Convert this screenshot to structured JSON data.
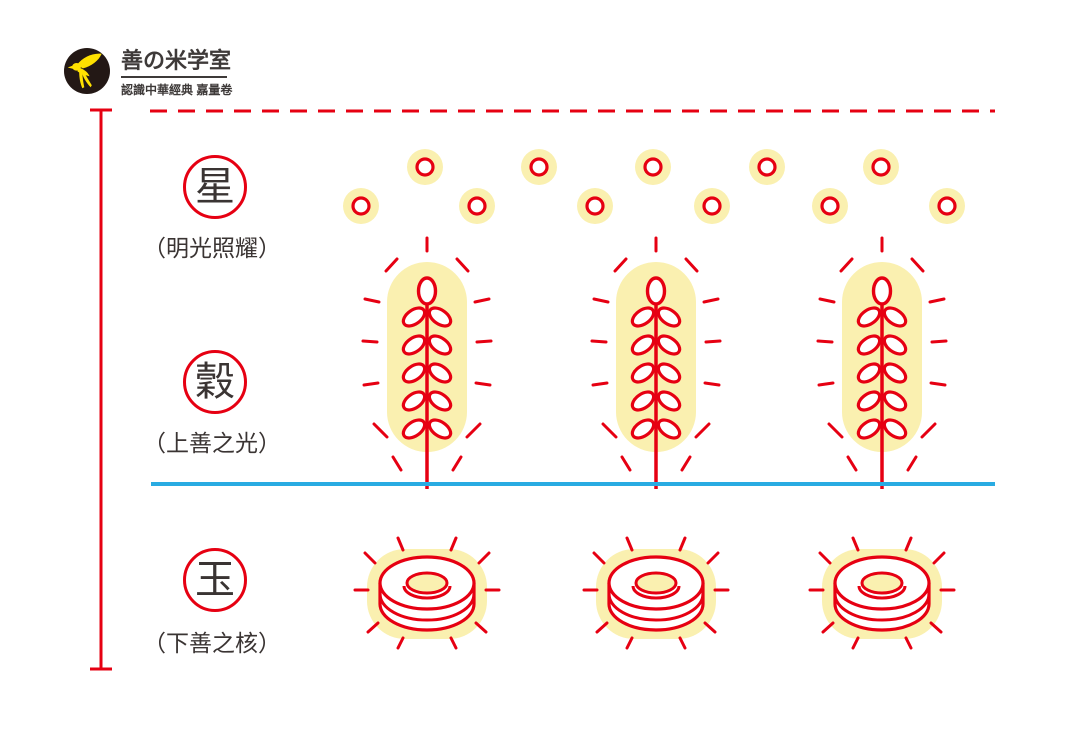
{
  "logo": {
    "title": "善の米学室",
    "subtitle": "認識中華經典 嘉量卷",
    "icon": "swallow-bird-icon"
  },
  "rows": [
    {
      "key": "star",
      "label": "星",
      "caption": "（明光照耀）"
    },
    {
      "key": "grain",
      "label": "穀",
      "caption": "（上善之光）"
    },
    {
      "key": "jade",
      "label": "玉",
      "caption": "（下善之核）"
    }
  ],
  "diagram": {
    "stars_total": 11,
    "wheat_stalks": 3,
    "jade_discs": 3,
    "colors": {
      "red": "#e60012",
      "glow_yellow": "#faf0b0",
      "sky_blue": "#29abe2",
      "ink": "#3a3433",
      "badge_black": "#231815",
      "bird_yellow": "#ffe100"
    }
  }
}
